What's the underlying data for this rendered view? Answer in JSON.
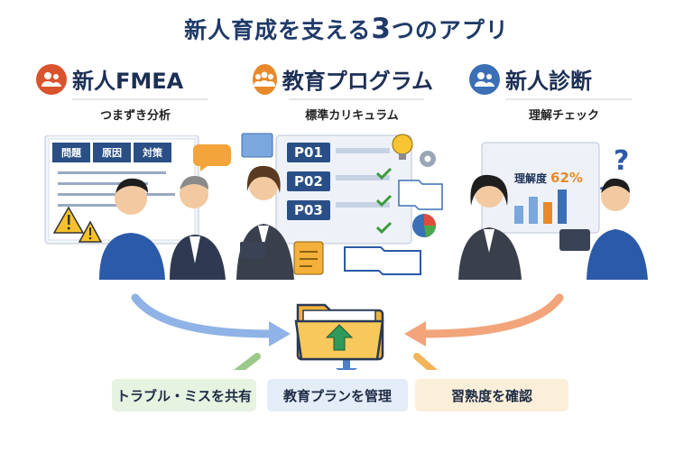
{
  "title": {
    "prefix": "新人育成を支える",
    "number": "3",
    "suffix": "つのアプリ"
  },
  "apps": [
    {
      "name": "新人FMEA",
      "subtitle": "つまずき分析"
    },
    {
      "name": "教育プログラム",
      "subtitle": "標準カリキュラム"
    },
    {
      "name": "新人診断",
      "subtitle": "理解チェック"
    }
  ],
  "fmea_table": {
    "headers": [
      "問題",
      "原因",
      "対策"
    ]
  },
  "program_steps": [
    "P01",
    "P02",
    "P03"
  ],
  "diagnosis_panel": {
    "label": "理解度",
    "value": "62%"
  },
  "outcomes": [
    {
      "label": "トラブル・ミスを共有"
    },
    {
      "label": "教育プランを管理"
    },
    {
      "label": "習熟度を確認"
    }
  ],
  "colors": {
    "title": "#1f3a68",
    "fmea_accent": "#d9532c",
    "program_accent": "#e8892b",
    "diagnosis_accent": "#3b6fb6",
    "outcome_green": "#e6f3e1",
    "outcome_blue": "#e3ecf7",
    "outcome_orange": "#fbefd9"
  },
  "icons": [
    "people-icon",
    "group-icon",
    "users-icon",
    "folder-icon",
    "warning-icon",
    "check-icon",
    "lightbulb-icon",
    "gear-icon",
    "pie-chart-icon",
    "book-icon"
  ]
}
